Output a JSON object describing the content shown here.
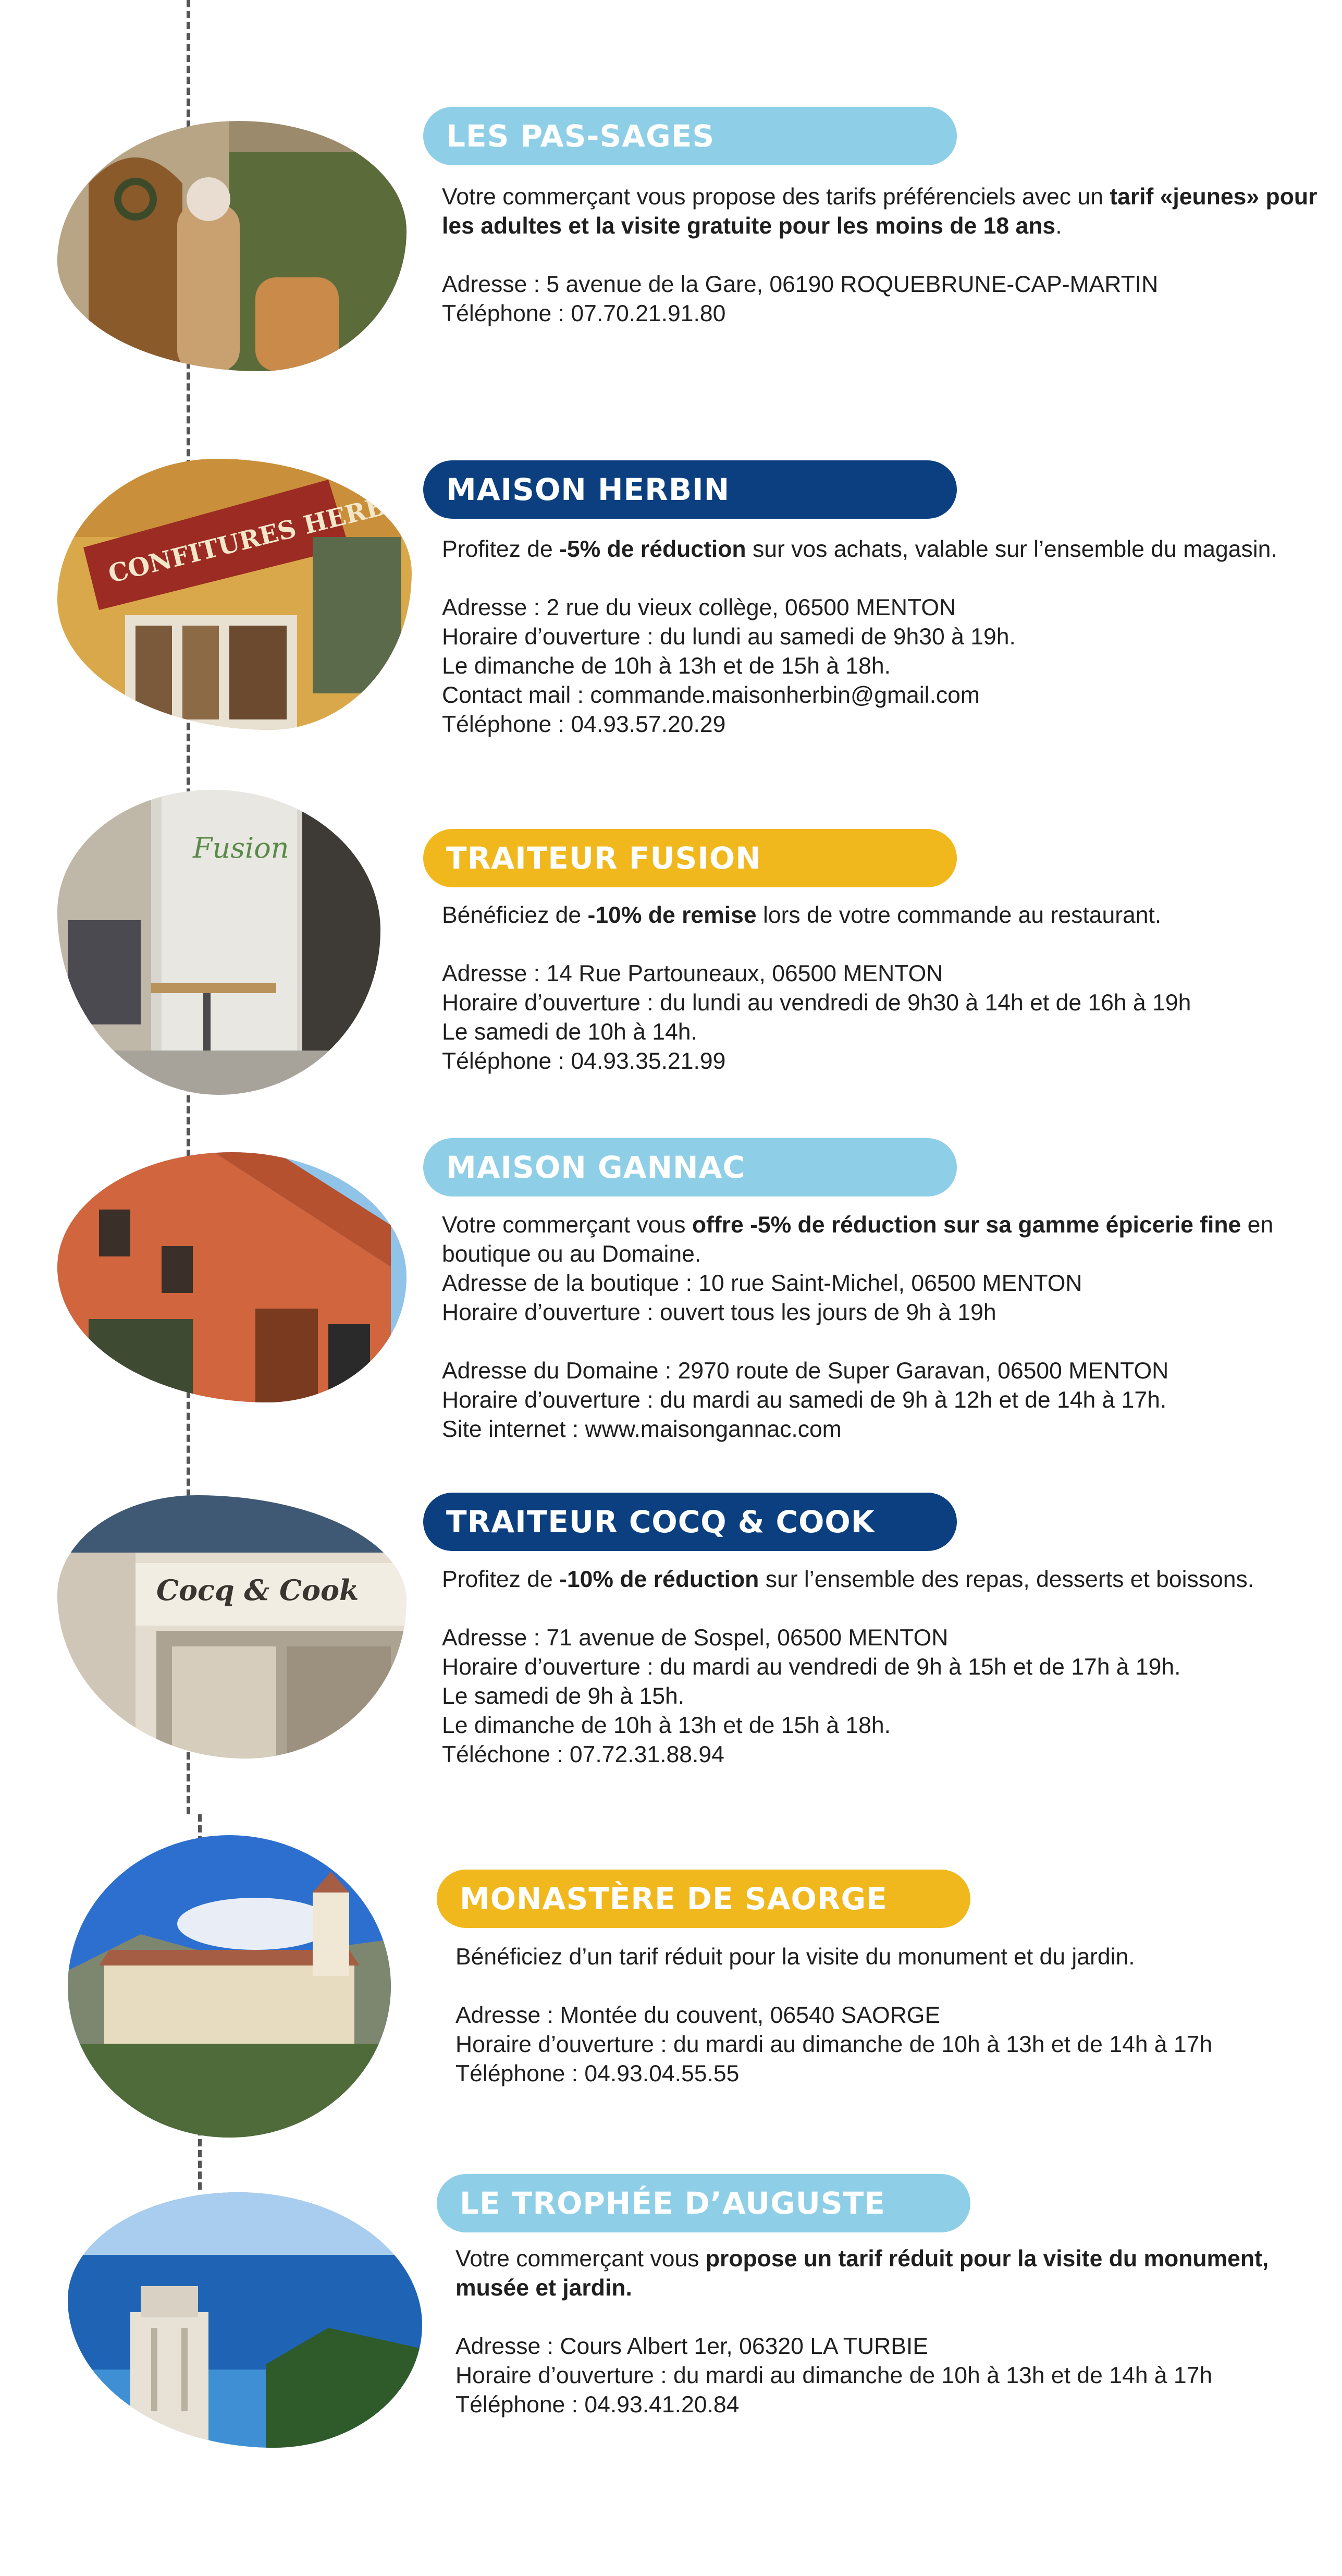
{
  "colors": {
    "light_blue": "#8ecfe7",
    "dark_blue": "#0b3f80",
    "gold": "#f1b81e",
    "text": "#1f1f1f",
    "line": "#555555"
  },
  "entries": [
    {
      "title": "LES PAS-SAGES",
      "intro": [
        "Votre commerçant vous propose des tarifs préférenciels avec un ",
        "tarif «jeunes» pour les adultes et la visite gratuite pour les moins de 18 ans",
        ". "
      ],
      "lines": [
        "Adresse : 5 avenue de la Gare, 06190 ROQUEBRUNE-CAP-MARTIN",
        "Téléphone : 07.70.21.91.80"
      ]
    },
    {
      "title": "MAISON HERBIN",
      "intro": [
        "Profitez de ",
        "-5% de réduction",
        " sur vos achats, valable sur l’ensemble du magasin."
      ],
      "lines": [
        "Adresse : 2 rue du vieux collège, 06500 MENTON",
        "Horaire d’ouverture : du lundi au samedi de 9h30 à 19h.",
        "Le dimanche de 10h à 13h et de 15h à 18h.",
        "Contact mail : commande.maisonherbin@gmail.com",
        "Téléphone : 04.93.57.20.29"
      ],
      "sign": "CONFITURES HERBIN"
    },
    {
      "title": "TRAITEUR FUSION",
      "intro": [
        "Bénéficiez de ",
        "-10% de remise",
        " lors de votre commande au restaurant."
      ],
      "lines": [
        "Adresse : 14 Rue Partouneaux, 06500 MENTON",
        "Horaire d’ouverture : du lundi au vendredi de 9h30 à 14h et de 16h à 19h",
        "Le samedi de 10h à 14h.",
        "Téléphone : 04.93.35.21.99"
      ],
      "sign": "Fusion"
    },
    {
      "title": "MAISON GANNAC",
      "intro": [
        "Votre commerçant vous ",
        "offre -5% de réduction sur sa gamme épicerie fine",
        " en boutique ou au Domaine."
      ],
      "lines": [
        "Adresse de la boutique : 10 rue Saint-Michel, 06500 MENTON",
        "Horaire d’ouverture : ouvert tous les jours de 9h à 19h"
      ],
      "lines2": [
        "Adresse du Domaine : 2970 route de Super Garavan, 06500 MENTON",
        "Horaire d’ouverture : du mardi au samedi de 9h à 12h et de 14h à 17h.",
        "Site internet : www.maisongannac.com"
      ]
    },
    {
      "title": "TRAITEUR COCQ & COOK",
      "intro": [
        "Profitez de ",
        "-10% de réduction",
        " sur l’ensemble des repas, desserts et boissons."
      ],
      "lines": [
        "Adresse : 71 avenue de Sospel, 06500 MENTON",
        "Horaire d’ouverture : du mardi au vendredi de 9h à 15h et de 17h à 19h.",
        "Le samedi de 9h à 15h.",
        "Le dimanche de 10h à 13h et de 15h à 18h.",
        "Téléchone : 07.72.31.88.94"
      ],
      "sign": "Cocq & Cook"
    },
    {
      "title": "MONASTÈRE DE SAORGE",
      "intro": [
        "Bénéficiez d’un tarif réduit pour la visite du monument et du jardin.",
        "",
        ""
      ],
      "lines": [
        "Adresse : Montée du couvent, 06540 SAORGE",
        "Horaire d’ouverture : du mardi au dimanche de 10h à 13h et de 14h à 17h",
        "Téléphone : 04.93.04.55.55"
      ]
    },
    {
      "title": "LE TROPHÉE D’AUGUSTE",
      "intro": [
        "Votre commerçant vous ",
        "propose un tarif réduit pour la visite du monument, musée et jardin.",
        ""
      ],
      "lines": [
        "Adresse : Cours Albert 1er, 06320 LA TURBIE",
        "Horaire d’ouverture : du mardi au dimanche de 10h à 13h et de 14h à 17h",
        "Téléphone : 04.93.41.20.84"
      ]
    }
  ]
}
